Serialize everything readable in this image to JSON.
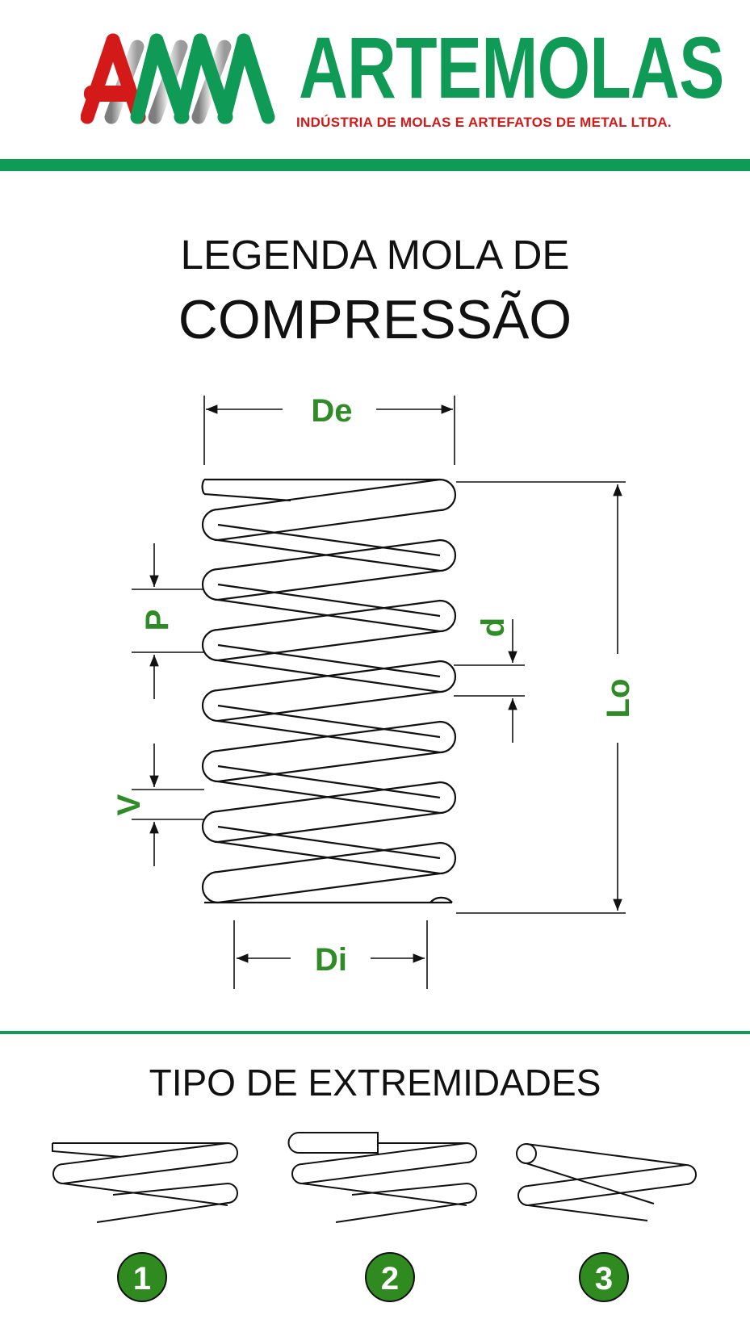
{
  "colors": {
    "brand_green": "#0f9a55",
    "brand_red": "#d41919",
    "label_green": "#2e8b26",
    "badge_green": "#2f8a1f",
    "ink": "#111111"
  },
  "header": {
    "brand_name": "ARTEMOLAS",
    "tagline": "INDÚSTRIA DE MOLAS E ARTEFATOS DE METAL LTDA."
  },
  "title": {
    "line1": "LEGENDA MOLA DE",
    "line2": "COMPRESSÃO"
  },
  "diagram": {
    "labels": {
      "external_diameter": "De",
      "internal_diameter": "Di",
      "pitch": "P",
      "wire_diameter": "d",
      "free_length": "Lo",
      "gap": "V"
    }
  },
  "ends_section": {
    "title": "TIPO DE EXTREMIDADES",
    "badges": [
      "1",
      "2",
      "3"
    ]
  }
}
